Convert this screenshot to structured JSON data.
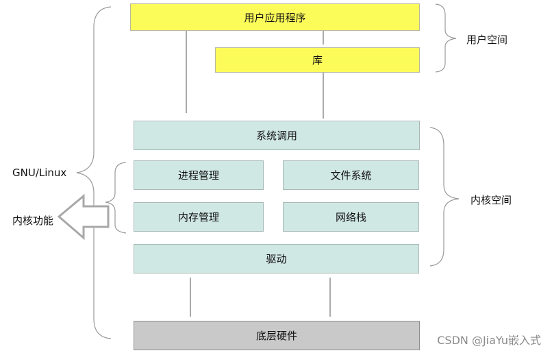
{
  "user_space": {
    "app_label": "用户应用程序",
    "lib_label": "库",
    "group_label": "用户空间"
  },
  "kernel": {
    "syscall_label": "系统调用",
    "process_mgmt_label": "进程管理",
    "filesystem_label": "文件系统",
    "memory_mgmt_label": "内存管理",
    "network_stack_label": "网络栈",
    "driver_label": "驱动",
    "group_label": "内核空间",
    "functions_label": "内核功能"
  },
  "hardware": {
    "label": "底层硬件"
  },
  "gnu_linux_label": "GNU/Linux",
  "watermark": "CSDN @JiaYu嵌入式",
  "colors": {
    "user_fill": "#fbfb5a",
    "kernel_fill": "#d0e8e4",
    "hardware_fill": "#c9c9c9",
    "line": "#555555",
    "brace": "#9a9a9a"
  },
  "icons": {
    "functions_arrow": "hollow-left-arrow-icon"
  }
}
